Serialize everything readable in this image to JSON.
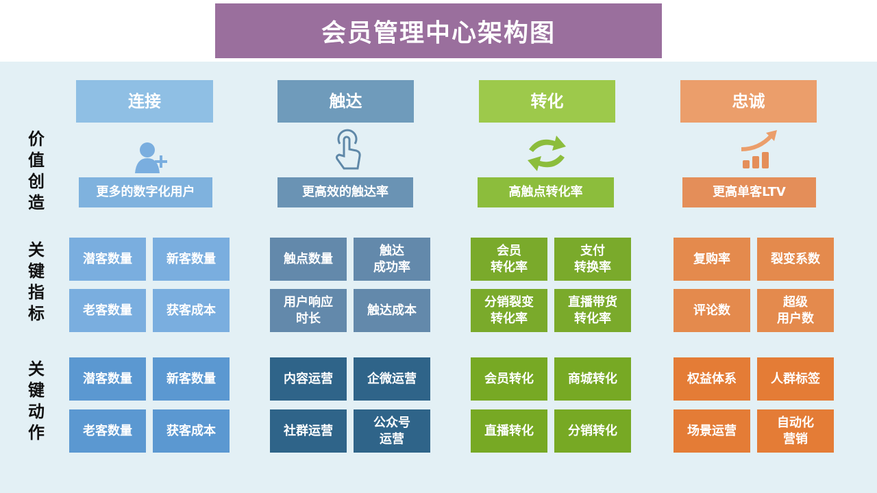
{
  "title": "会员管理中心架构图",
  "row_labels": [
    "价\n值\n创\n造",
    "关\n键\n指\n标",
    "关\n键\n动\n作"
  ],
  "columns": [
    {
      "header": "连接",
      "value": "更多的数字化用户",
      "icon": "user-add-icon",
      "colors": {
        "header": "#8fbfe4",
        "sub": "#7fb2de",
        "metric": "#7aaedf",
        "action": "#5b98d1"
      },
      "metrics": [
        "潜客数量",
        "新客数量",
        "老客数量",
        "获客成本"
      ],
      "actions": [
        "潜客数量",
        "新客数量",
        "老客数量",
        "获客成本"
      ]
    },
    {
      "header": "触达",
      "value": "更高效的触达率",
      "icon": "tap-hand-icon",
      "colors": {
        "header": "#6f9bbb",
        "sub": "#6a93b4",
        "metric": "#6389ab",
        "action": "#2f6489"
      },
      "metrics": [
        "触点数量",
        "触达\n成功率",
        "用户响应\n时长",
        "触达成本"
      ],
      "actions": [
        "内容运营",
        "企微运营",
        "社群运营",
        "公众号\n运营"
      ]
    },
    {
      "header": "转化",
      "value": "高触点转化率",
      "icon": "refresh-cycle-icon",
      "colors": {
        "header": "#9dc94b",
        "sub": "#8cbd3c",
        "metric": "#7aaa2b",
        "action": "#77a924"
      },
      "metrics": [
        "会员\n转化率",
        "支付\n转换率",
        "分销裂变\n转化率",
        "直播带货\n转化率"
      ],
      "actions": [
        "会员转化",
        "商城转化",
        "直播转化",
        "分销转化"
      ]
    },
    {
      "header": "忠诚",
      "value": "更高单客LTV",
      "icon": "growth-chart-icon",
      "colors": {
        "header": "#eb9e6b",
        "sub": "#e48e59",
        "metric": "#e48a4d",
        "action": "#e47c36"
      },
      "metrics": [
        "复购率",
        "裂变系数",
        "评论数",
        "超级\n用户数"
      ],
      "actions": [
        "权益体系",
        "人群标签",
        "场景运营",
        "自动化\n营销"
      ]
    }
  ]
}
